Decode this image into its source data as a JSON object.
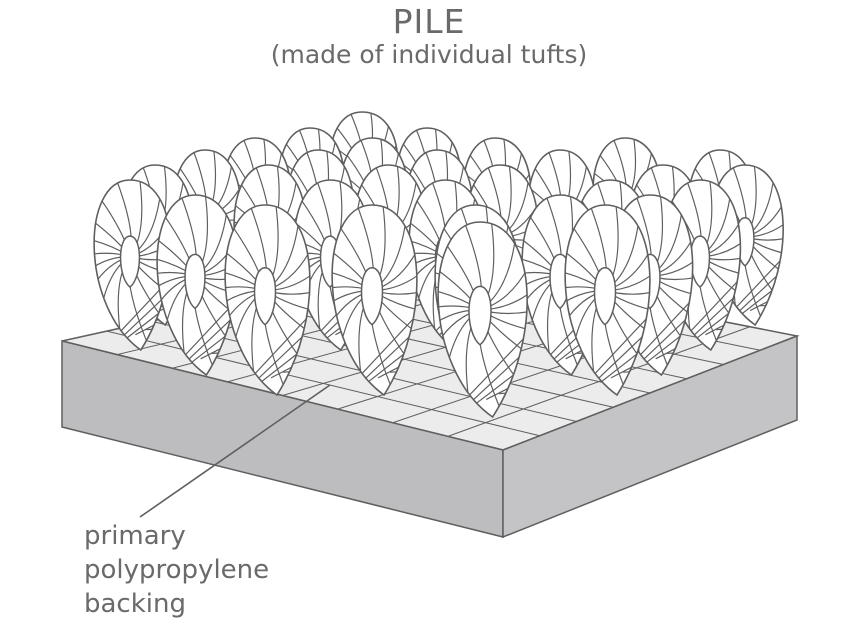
{
  "title": "PILE",
  "subtitle": "(made of individual tufts)",
  "label_lines": [
    "primary",
    "polypropylene",
    "backing"
  ],
  "colors": {
    "stroke": "#5f5f5f",
    "box_side": "#bdbdbf",
    "box_top": "#ececec",
    "text": "#6a6a6a"
  }
}
